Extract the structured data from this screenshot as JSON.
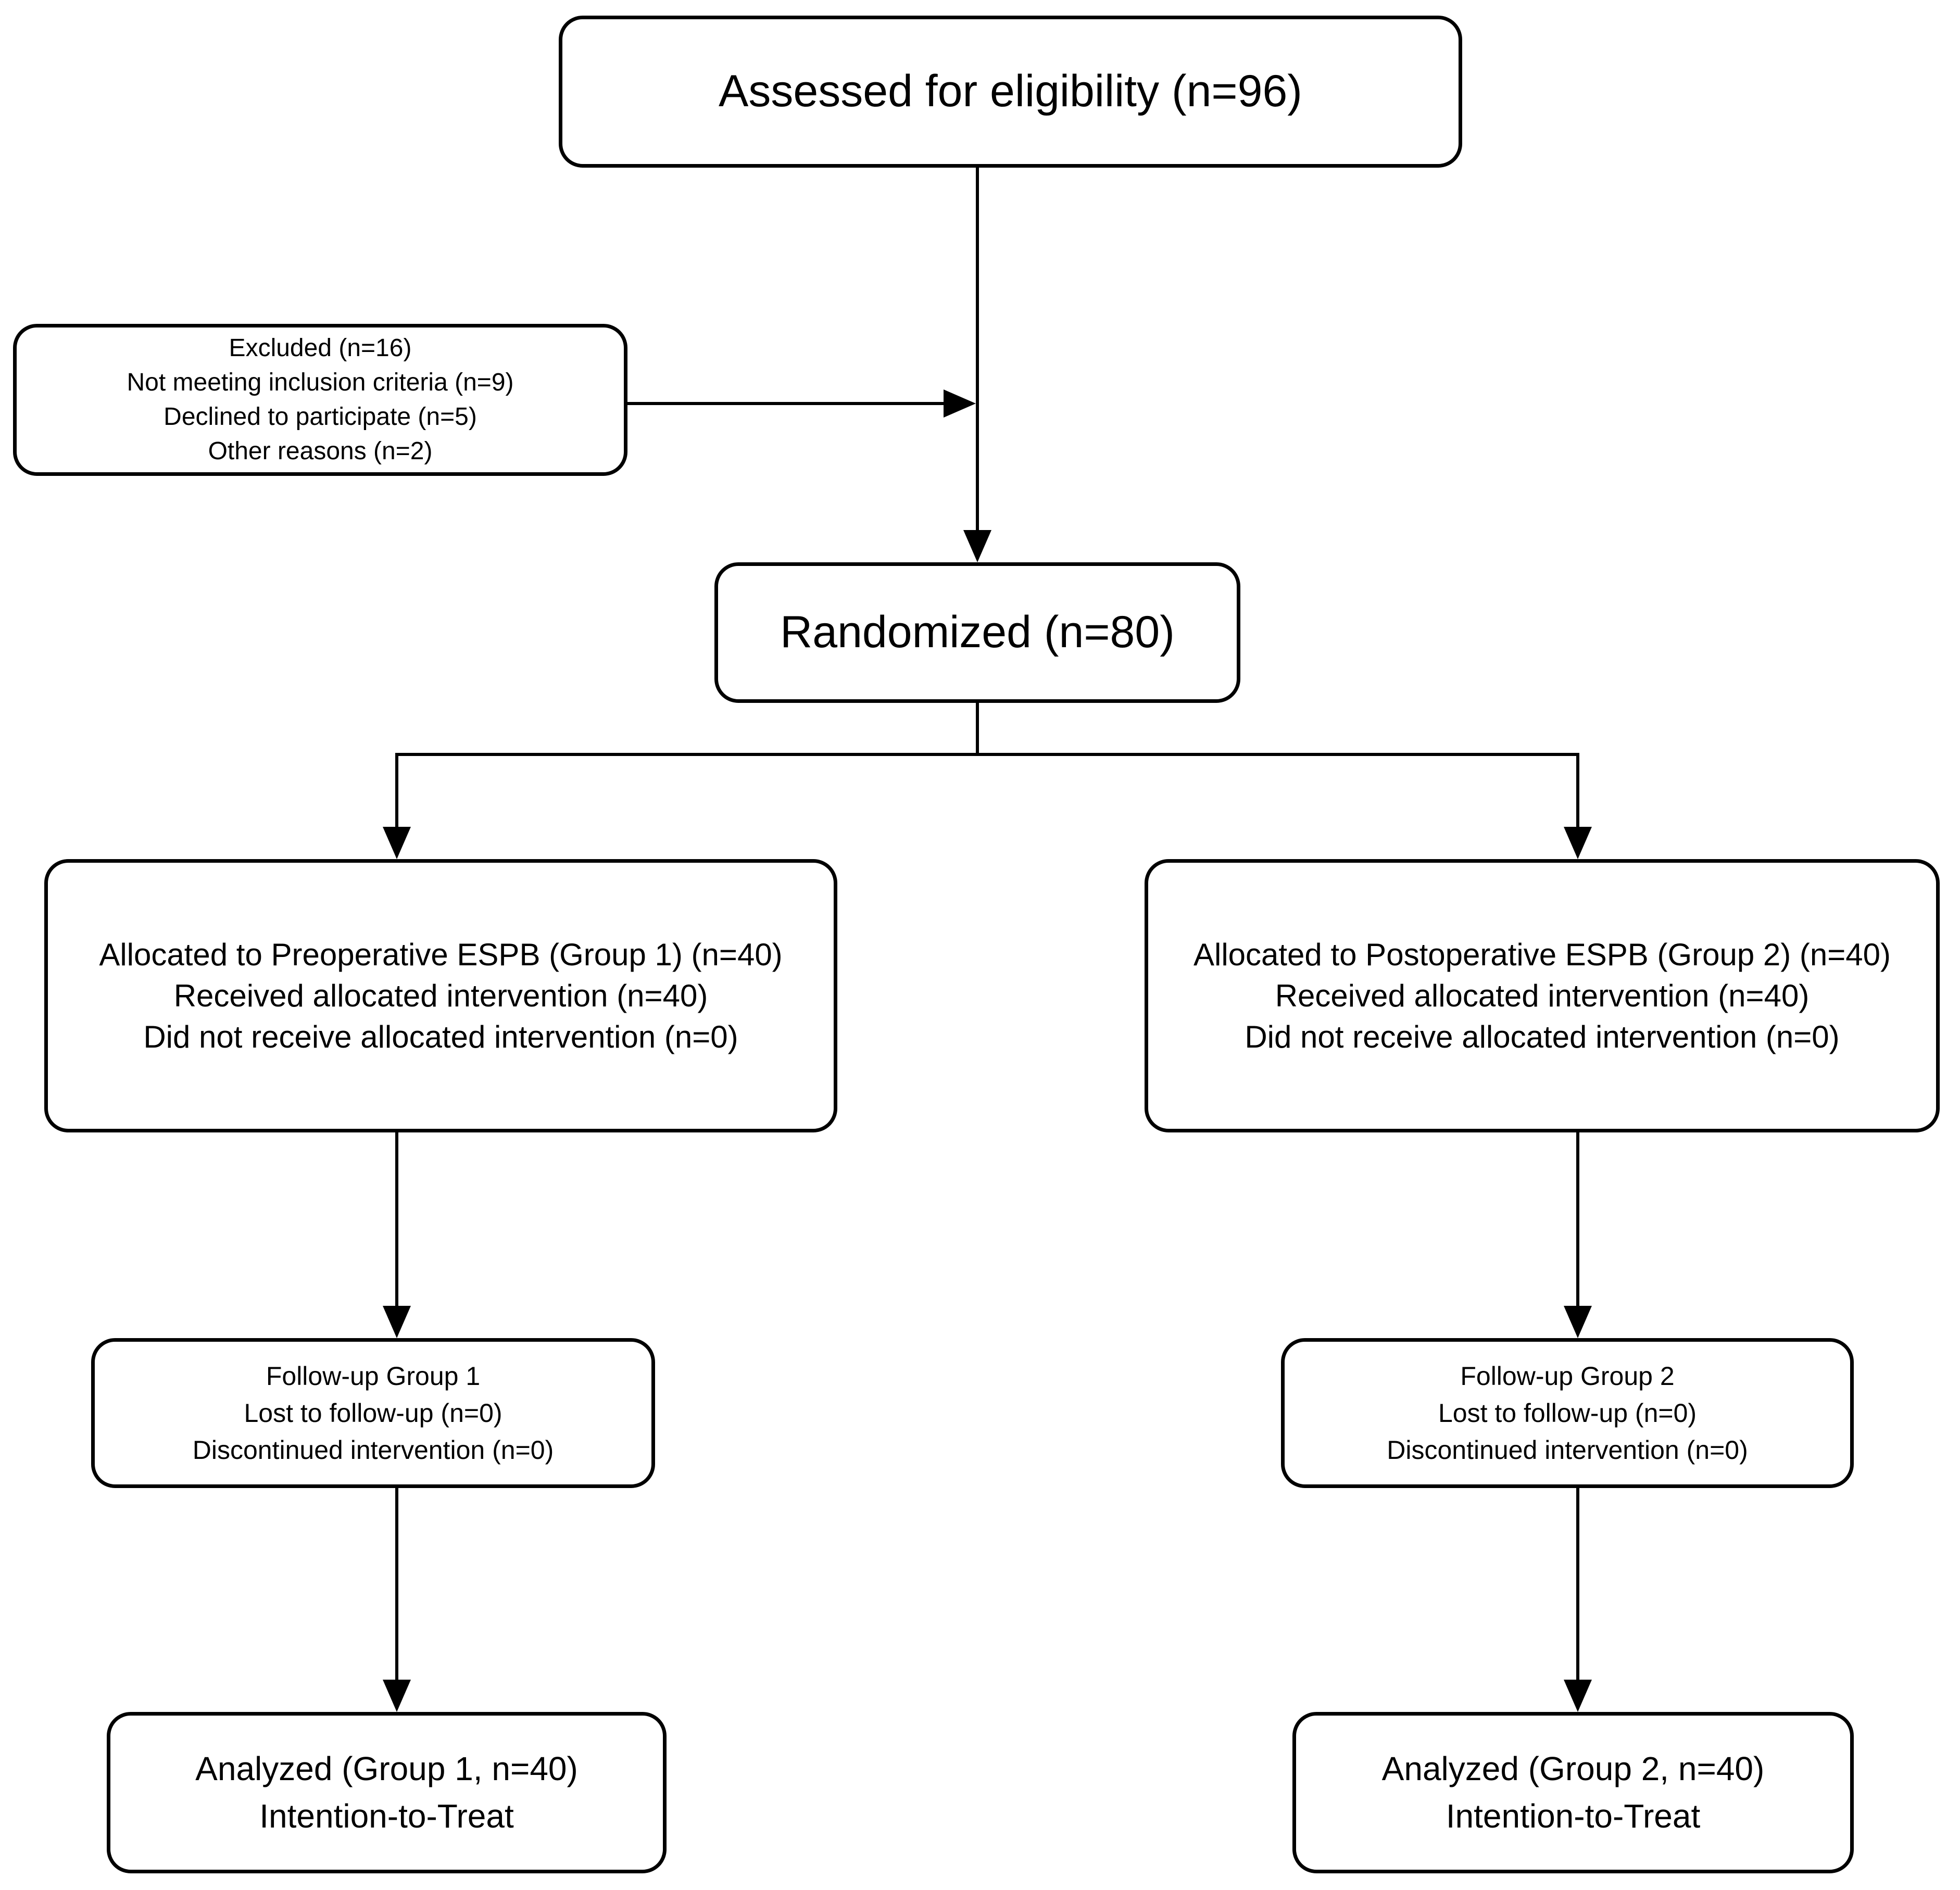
{
  "flowchart": {
    "assessed": {
      "lines": [
        "Assessed for eligibility (n=96)"
      ]
    },
    "excluded": {
      "lines": [
        "Excluded (n=16)",
        "Not meeting inclusion criteria (n=9)",
        "Declined to participate (n=5)",
        "Other reasons (n=2)"
      ]
    },
    "randomized": {
      "lines": [
        "Randomized (n=80)"
      ]
    },
    "group1_allocation": {
      "lines": [
        "Allocated to Preoperative ESPB (Group 1) (n=40)",
        "Received allocated intervention (n=40)",
        "Did not receive allocated intervention (n=0)"
      ]
    },
    "group2_allocation": {
      "lines": [
        "Allocated to Postoperative ESPB (Group 2) (n=40)",
        "Received allocated intervention (n=40)",
        "Did not receive allocated intervention (n=0)"
      ]
    },
    "group1_followup": {
      "lines": [
        "Follow-up Group 1",
        "Lost to follow-up (n=0)",
        "Discontinued intervention (n=0)"
      ]
    },
    "group2_followup": {
      "lines": [
        "Follow-up Group 2",
        "Lost to follow-up (n=0)",
        "Discontinued intervention (n=0)"
      ]
    },
    "group1_analyzed": {
      "lines": [
        "Analyzed (Group 1, n=40)",
        "Intention-to-Treat"
      ]
    },
    "group2_analyzed": {
      "lines": [
        "Analyzed (Group 2, n=40)",
        "Intention-to-Treat"
      ]
    },
    "colors": {
      "box_fill": "#ffffff",
      "box_border": "#000000",
      "connector": "#000000",
      "background": "#ffffff"
    }
  }
}
